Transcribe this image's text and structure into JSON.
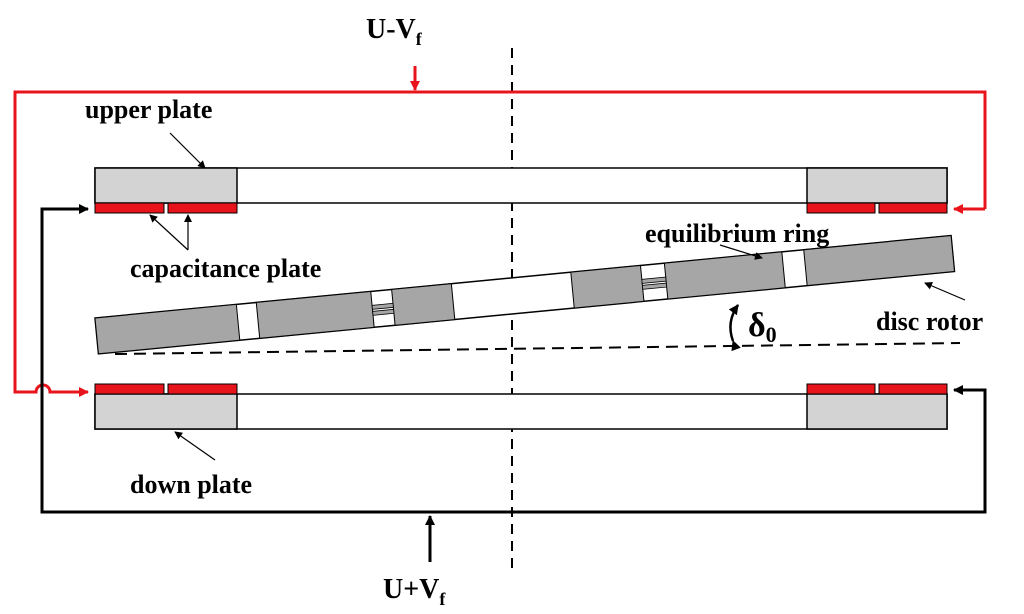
{
  "labels": {
    "top_voltage_main": "U-V",
    "top_voltage_sub": "f",
    "bottom_voltage_main": "U+V",
    "bottom_voltage_sub": "f",
    "upper_plate": "upper plate",
    "capacitance_plate": "capacitance plate",
    "equilibrium_ring": "equilibrium ring",
    "disc_rotor": "disc rotor",
    "down_plate": "down plate",
    "tilt_angle_main": "δ",
    "tilt_angle_sub": "0"
  },
  "colors": {
    "top_circuit": "#e8141b",
    "bottom_circuit": "#000000",
    "capacitance_plate": "#e8141b",
    "plate_fill": "#d3d3d3",
    "rotor_fill": "#a6a6a6"
  }
}
